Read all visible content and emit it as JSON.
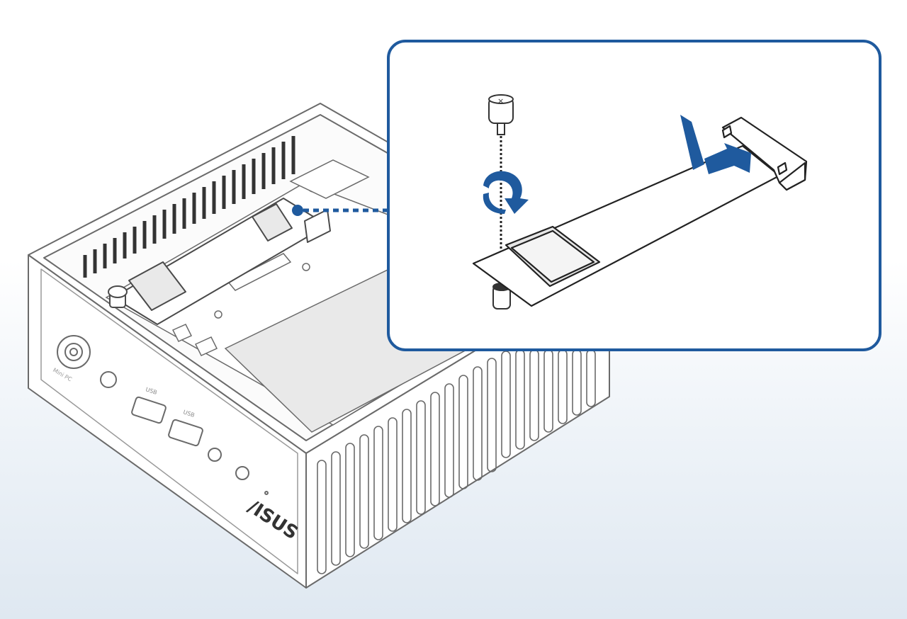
{
  "colors": {
    "accent": "#1f5a9e",
    "outline": "#6a6a6a",
    "line_light": "#9a9a9a",
    "board": "#e9e9e9",
    "background_top": "#ffffff",
    "background_bottom": "#dfe8f1"
  },
  "icons": {
    "callout_dot": "callout-dot-icon",
    "rotate": "rotate-arrow-icon",
    "insert": "insert-arrow-icon",
    "screw": "screw-icon",
    "standoff": "standoff-icon"
  },
  "logo": {
    "text": "/ISUS"
  },
  "front_panel": {
    "port_label_left": "USB",
    "port_label_right": "USB",
    "vertical_label": "Mini PC"
  }
}
